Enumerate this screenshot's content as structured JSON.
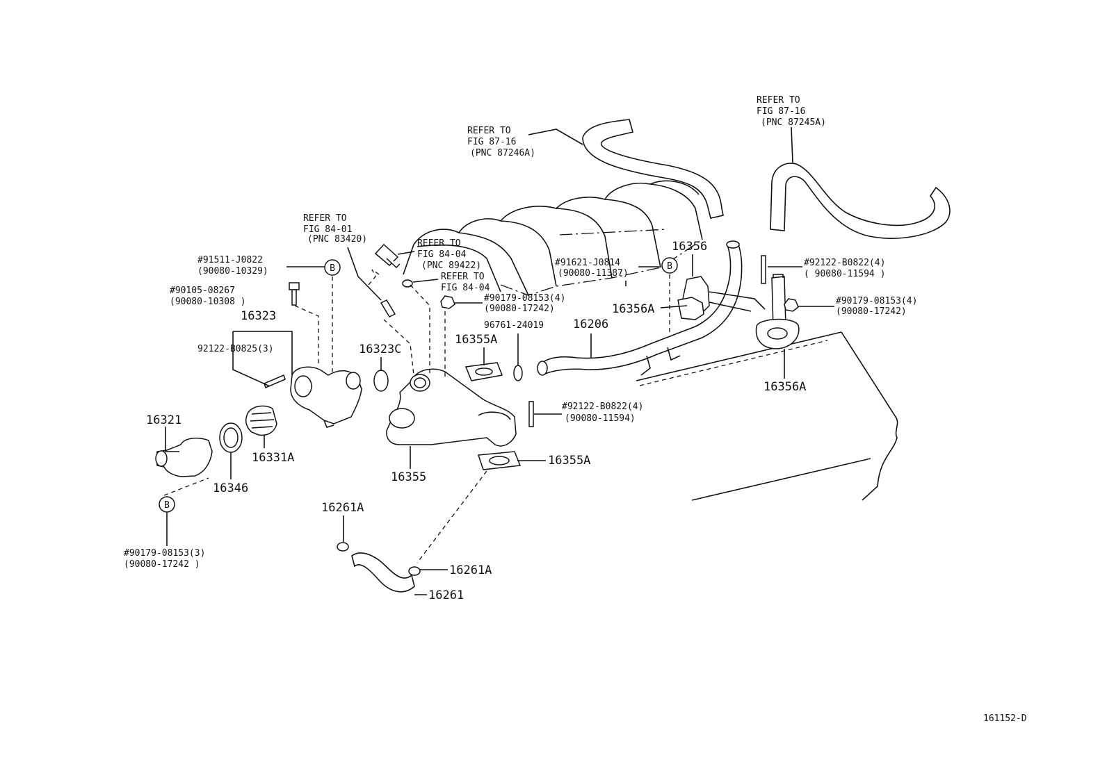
{
  "diagram_id": "161152-D",
  "refs": {
    "fig_84_01": [
      "REFER TO",
      "FIG 84-01",
      "(PNC 83420)"
    ],
    "fig_84_04_a": [
      "REFER TO",
      "FIG 84-04",
      "(PNC 89422)"
    ],
    "fig_84_04_b": [
      "REFER TO",
      "FIG 84-04"
    ],
    "fig_87_16_a": [
      "REFER TO",
      "FIG 87-16",
      "(PNC 87246A)"
    ],
    "fig_87_16_b": [
      "REFER TO",
      "FIG 87-16",
      "(PNC 87245A)"
    ]
  },
  "callouts": {
    "c_91511": [
      "#91511-J0822",
      "(90080-10329)"
    ],
    "c_90105": [
      "#90105-08267",
      "(90080-10308 )"
    ],
    "c_92122_b0825": "92122-B0825(3)",
    "c_16323": "16323",
    "c_16323c": "16323C",
    "c_16321": "16321",
    "c_16346": "16346",
    "c_16331a": "16331A",
    "c_16355": "16355",
    "c_16355a_top": "16355A",
    "c_16355a_bot": "16355A",
    "c_96761": "96761-24019",
    "c_16206": "16206",
    "c_16356": "16356",
    "c_16356a_left": "16356A",
    "c_16356a_bot": "16356A",
    "c_91621": [
      "#91621-J0814",
      "(90080-11387)"
    ],
    "c_90179_mid": [
      "#90179-08153(4)",
      "(90080-17242)"
    ],
    "c_90179_right": [
      "#90179-08153(4)",
      "(90080-17242)"
    ],
    "c_90179_left": [
      "#90179-08153(3)",
      "(90080-17242 )"
    ],
    "c_92122_b0822_top": [
      "#92122-B0822(4)",
      "( 90080-11594 )"
    ],
    "c_92122_b0822_mid": [
      "#92122-B0822(4)",
      "(90080-11594)"
    ],
    "c_16261a_top": "16261A",
    "c_16261a_bot": "16261A",
    "c_16261": "16261"
  },
  "markers": {
    "b": "B"
  }
}
